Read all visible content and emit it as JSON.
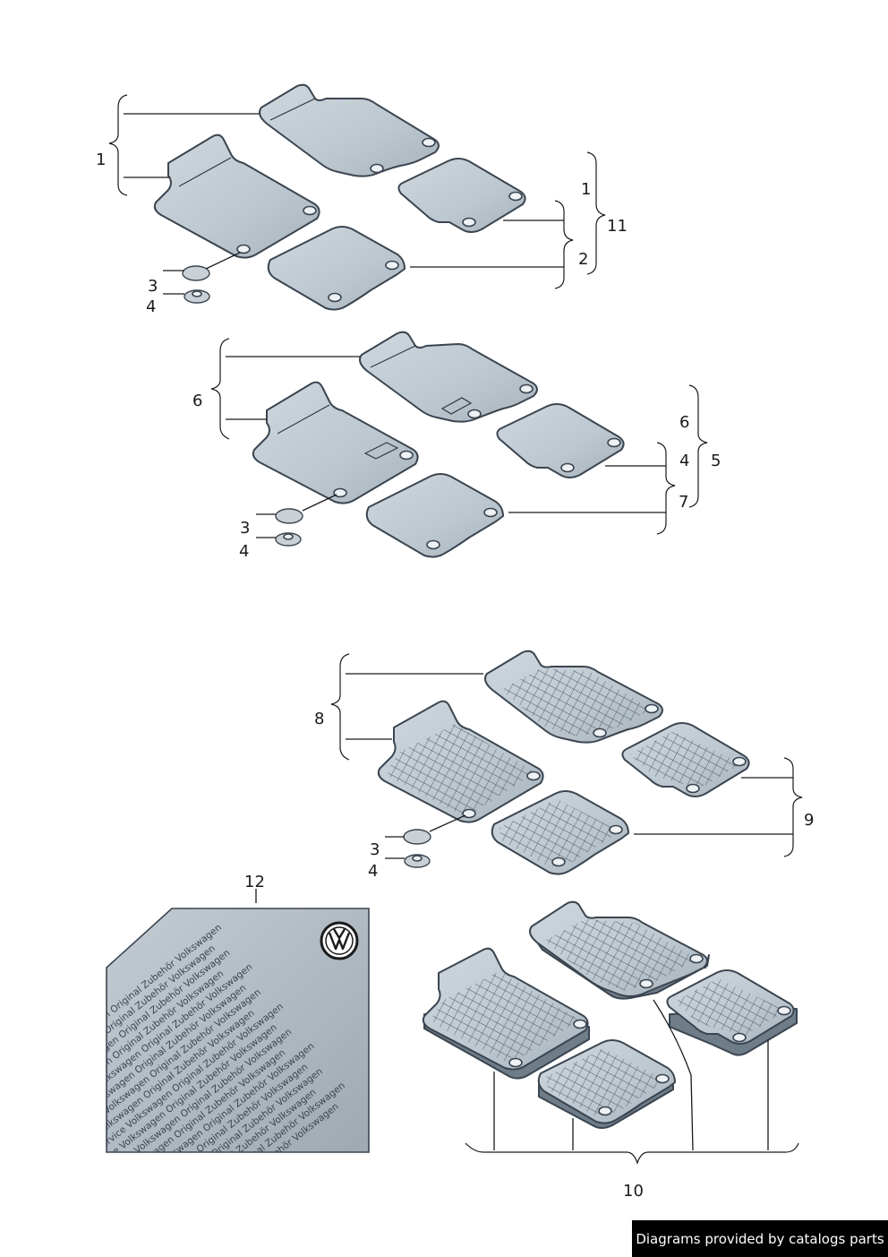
{
  "callouts": {
    "g1_front": "1",
    "g1_rear": "1",
    "g1_group": "11",
    "g1_rear_pair": "2",
    "g1_clip": "3",
    "g1_base": "4",
    "g2_front": "6",
    "g2_rear6": "6",
    "g2_rear4": "4",
    "g2_group": "5",
    "g2_rear7": "7",
    "g2_clip": "3",
    "g2_base": "4",
    "g3_front": "8",
    "g3_rear": "9",
    "g3_clip": "3",
    "g3_base": "4",
    "label_pack": "12",
    "rubber_set": "10"
  },
  "label": {
    "watermark": "Service Volkswagen Original Zubehör Volkswagen",
    "logo": "VW"
  },
  "footer": {
    "text": "Diagrams provided by catalogs parts"
  },
  "colors": {
    "mat": "#c2ccd3",
    "mat_dark": "#6f7d88",
    "outline": "#3a4550",
    "footer_bg": "#000000"
  }
}
